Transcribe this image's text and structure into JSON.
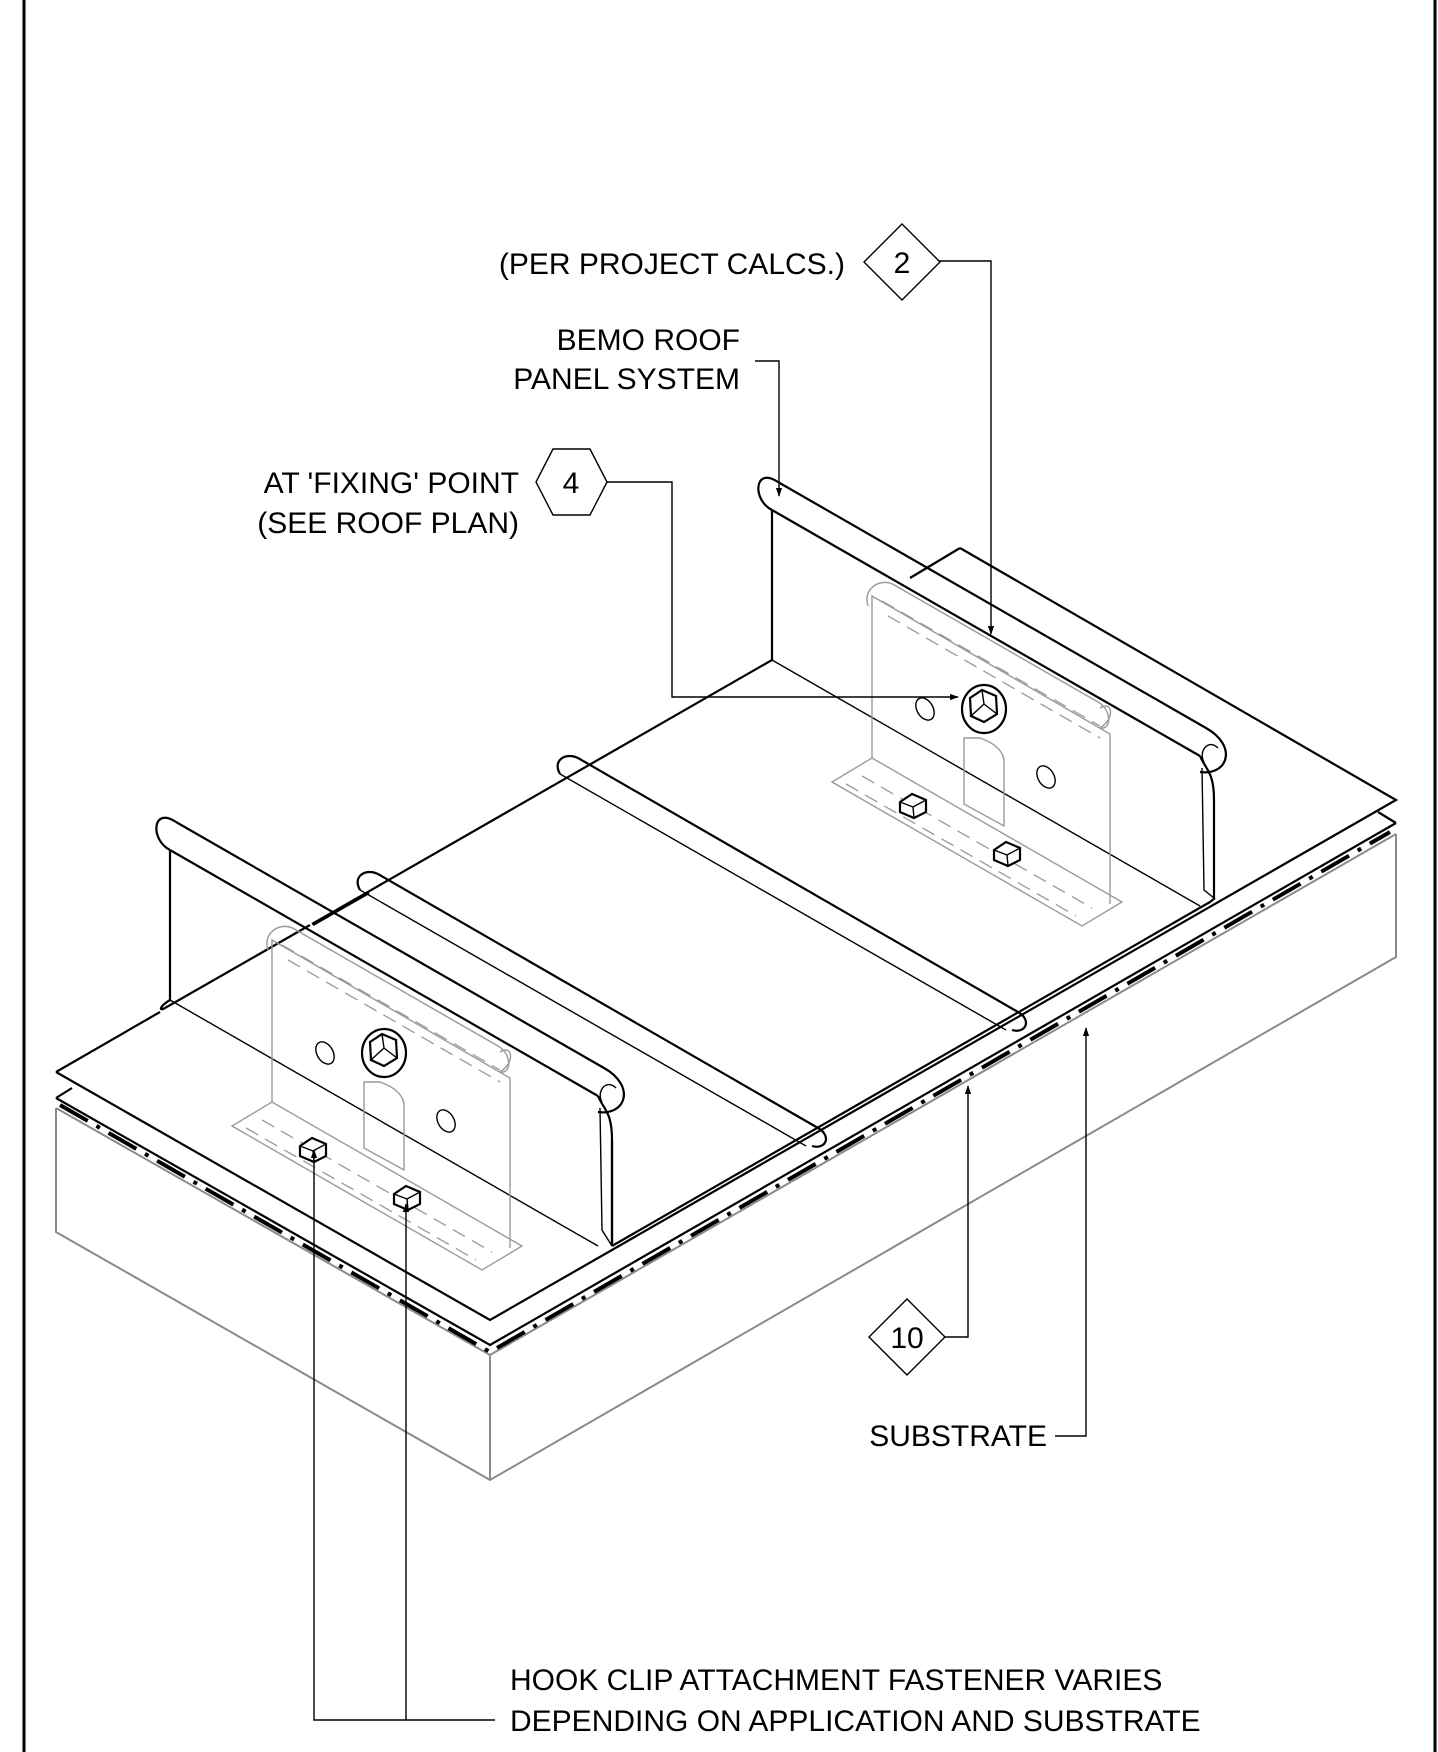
{
  "callouts": {
    "c2": {
      "tag": "2",
      "note": "(PER PROJECT CALCS.)"
    },
    "c4": {
      "tag": "4",
      "note_line1": "AT 'FIXING' POINT",
      "note_line2": "(SEE ROOF PLAN)"
    },
    "c10": {
      "tag": "10"
    }
  },
  "labels": {
    "panel_system_line1": "BEMO ROOF",
    "panel_system_line2": "PANEL SYSTEM",
    "substrate": "SUBSTRATE",
    "fastener_line1": "HOOK CLIP ATTACHMENT FASTENER VARIES",
    "fastener_line2": "DEPENDING ON APPLICATION AND SUBSTRATE"
  }
}
